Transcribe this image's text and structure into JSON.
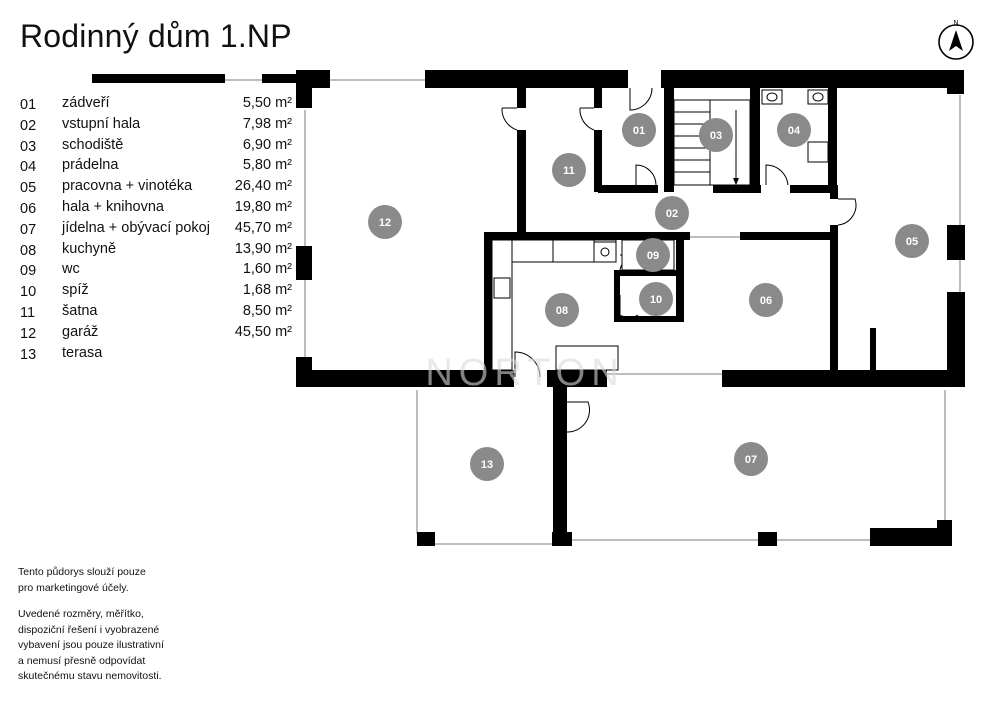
{
  "title": "Rodinný dům 1.NP",
  "compass_label": "N",
  "rooms": [
    {
      "number": "01",
      "name": "zádveří",
      "area": "5,50 m²"
    },
    {
      "number": "02",
      "name": "vstupní hala",
      "area": "7,98 m²"
    },
    {
      "number": "03",
      "name": "schodiště",
      "area": "6,90 m²"
    },
    {
      "number": "04",
      "name": "prádelna",
      "area": "5,80 m²"
    },
    {
      "number": "05",
      "name": "pracovna + vinotéka",
      "area": "26,40 m²"
    },
    {
      "number": "06",
      "name": "hala + knihovna",
      "area": "19,80 m²"
    },
    {
      "number": "07",
      "name": "jídelna + obývací pokoj",
      "area": "45,70 m²"
    },
    {
      "number": "08",
      "name": "kuchyně",
      "area": "13,90 m²"
    },
    {
      "number": "09",
      "name": "wc",
      "area": "1,60 m²"
    },
    {
      "number": "10",
      "name": "spíž",
      "area": "1,68 m²"
    },
    {
      "number": "11",
      "name": "šatna",
      "area": "8,50 m²"
    },
    {
      "number": "12",
      "name": "garáž",
      "area": "45,50 m²"
    },
    {
      "number": "13",
      "name": "terasa",
      "area": ""
    }
  ],
  "plan_markers": [
    "01",
    "02",
    "03",
    "04",
    "05",
    "06",
    "07",
    "08",
    "09",
    "10",
    "11",
    "12",
    "13"
  ],
  "watermark": "NORTON",
  "disclaimer": {
    "line1": "Tento půdorys slouží pouze\npro marketingové účely.",
    "line2": "Uvedené rozměry, měřítko,\ndispoziční řešení i vyobrazené\nvybavení jsou pouze ilustrativní\na nemusí přesně odpovídat\nskutečnému stavu nemovitosti."
  },
  "colors": {
    "wall": "#000000",
    "marker": "#8a8a8a",
    "marker_text": "#ffffff",
    "glass": "#c8c8c8"
  }
}
